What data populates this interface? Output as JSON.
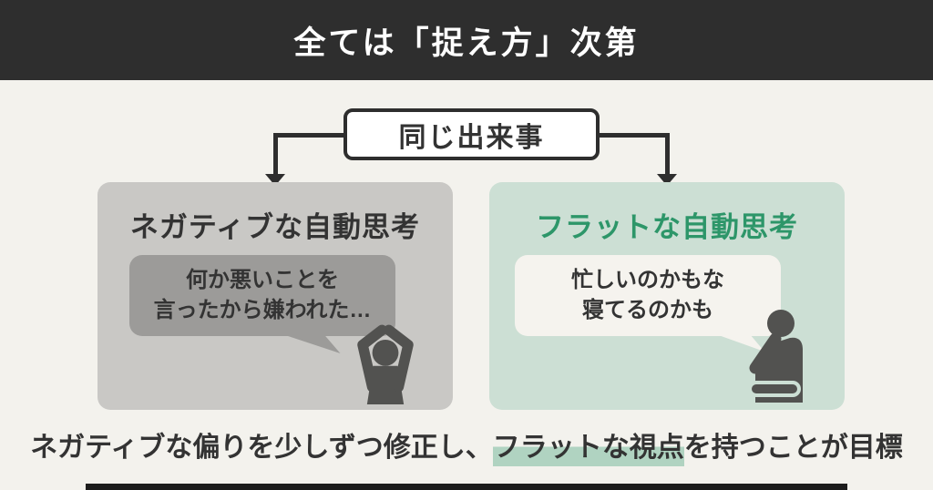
{
  "header": {
    "title": "全ては「捉え方」次第"
  },
  "event_box": {
    "label": "同じ出来事"
  },
  "left_panel": {
    "title": "ネガティブな自動思考",
    "bubble_line1": "何か悪いことを",
    "bubble_line2": "言ったから嫌われた…",
    "icon": "person-head-in-hands-icon"
  },
  "right_panel": {
    "title": "フラットな自動思考",
    "bubble_line1": "忙しいのかもな",
    "bubble_line2": "寝てるのかも",
    "icon": "person-thinking-icon"
  },
  "goal": {
    "text_before": "ネガティブな偏りを少しずつ修正し、",
    "text_highlight": "フラットな視点",
    "text_after": "を持つことが目標"
  },
  "colors": {
    "header_bg": "#2e2e2e",
    "page_bg": "#f3f2ed",
    "negative_panel_bg": "#c9c8c5",
    "negative_bubble_bg": "#9c9b99",
    "flat_panel_bg": "#ccdfd4",
    "flat_bubble_bg": "#f5f3ee",
    "flat_title_green": "#2d9669",
    "highlight_green": "#b0d3c1",
    "text_dark": "#333333",
    "icon_gray": "#525250",
    "footer_bar": "#1c1c1c"
  }
}
